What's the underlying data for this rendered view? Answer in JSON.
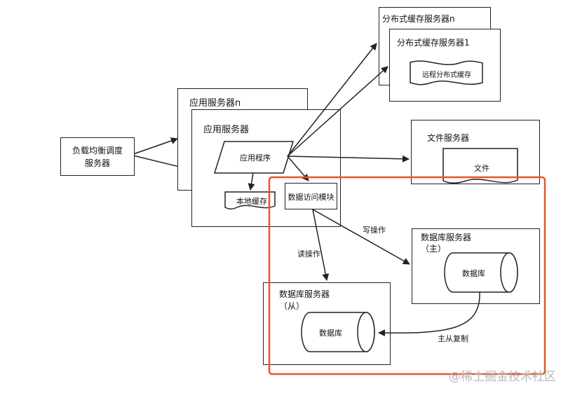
{
  "nodes": {
    "load_balancer": "负载均衡调度\n服务器",
    "app_server_n": "应用服务器n",
    "app_server": "应用服务器",
    "app_program": "应用程序",
    "local_cache": "本地缓存",
    "data_access": "数据访问模块",
    "cache_server_n": "分布式缓存服务器n",
    "cache_server_1": "分布式缓存服务器1",
    "remote_cache": "远程分布式缓存",
    "file_server": "文件服务器",
    "file": "文件",
    "db_master": "数据库服务器\n（主）",
    "db_master_store": "数据库",
    "db_slave": "数据库服务器\n（从）",
    "db_slave_store": "数据库"
  },
  "edges": {
    "write": "写操作",
    "read": "读操作",
    "replicate": "主从复制"
  },
  "highlight_color": "#e8542e",
  "watermark": "@稀土掘金技术社区"
}
